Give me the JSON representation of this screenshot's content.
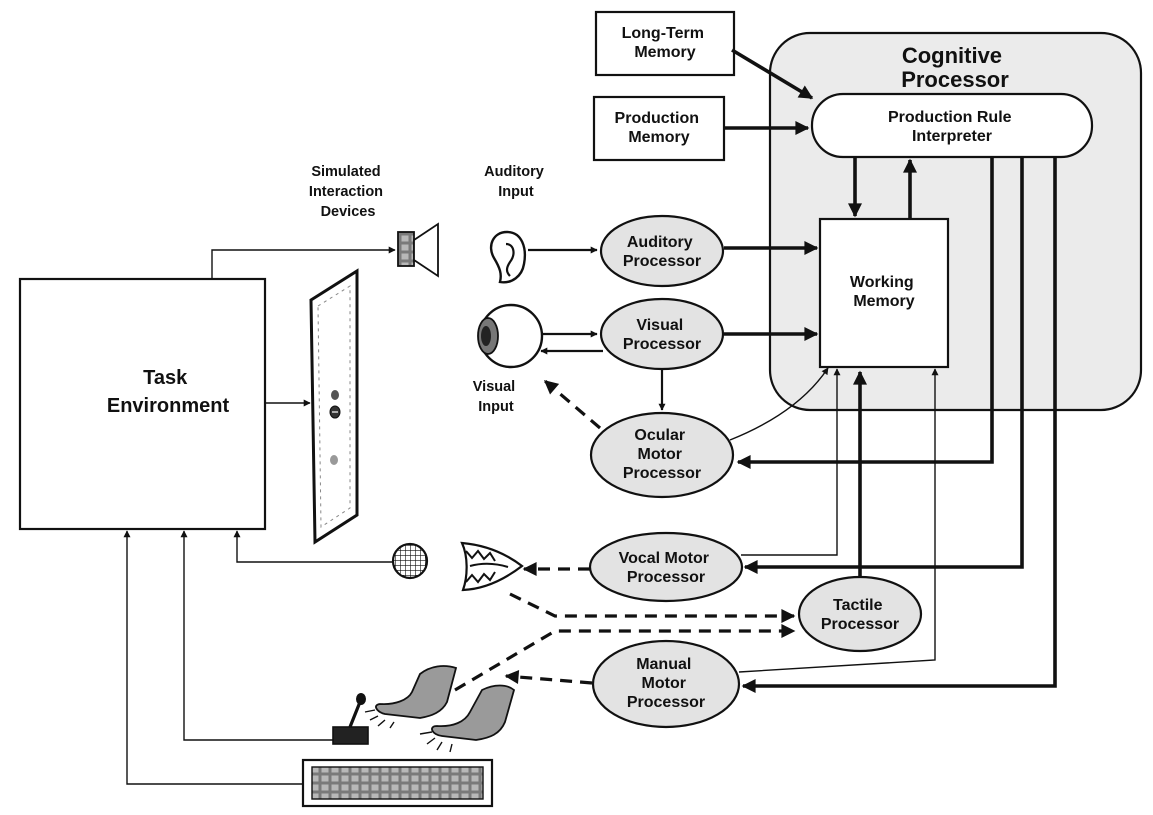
{
  "diagram": {
    "cognitive_processor_title": [
      "Cognitive",
      "Processor"
    ],
    "long_term_memory": [
      "Long-Term",
      "Memory"
    ],
    "production_memory": [
      "Production",
      "Memory"
    ],
    "production_rule_interpreter": [
      "Production Rule",
      "Interpreter"
    ],
    "working_memory": [
      "Working",
      "Memory"
    ],
    "simulated_interaction_devices": [
      "Simulated",
      "Interaction",
      "Devices"
    ],
    "auditory_input": [
      "Auditory",
      "Input"
    ],
    "visual_input": [
      "Visual",
      "Input"
    ],
    "auditory_processor": [
      "Auditory",
      "Processor"
    ],
    "visual_processor": [
      "Visual",
      "Processor"
    ],
    "ocular_motor_processor": [
      "Ocular",
      "Motor",
      "Processor"
    ],
    "vocal_motor_processor": [
      "Vocal Motor",
      "Processor"
    ],
    "tactile_processor": [
      "Tactile",
      "Processor"
    ],
    "manual_motor_processor": [
      "Manual",
      "Motor",
      "Processor"
    ],
    "task_environment": [
      "Task",
      "Environment"
    ]
  }
}
